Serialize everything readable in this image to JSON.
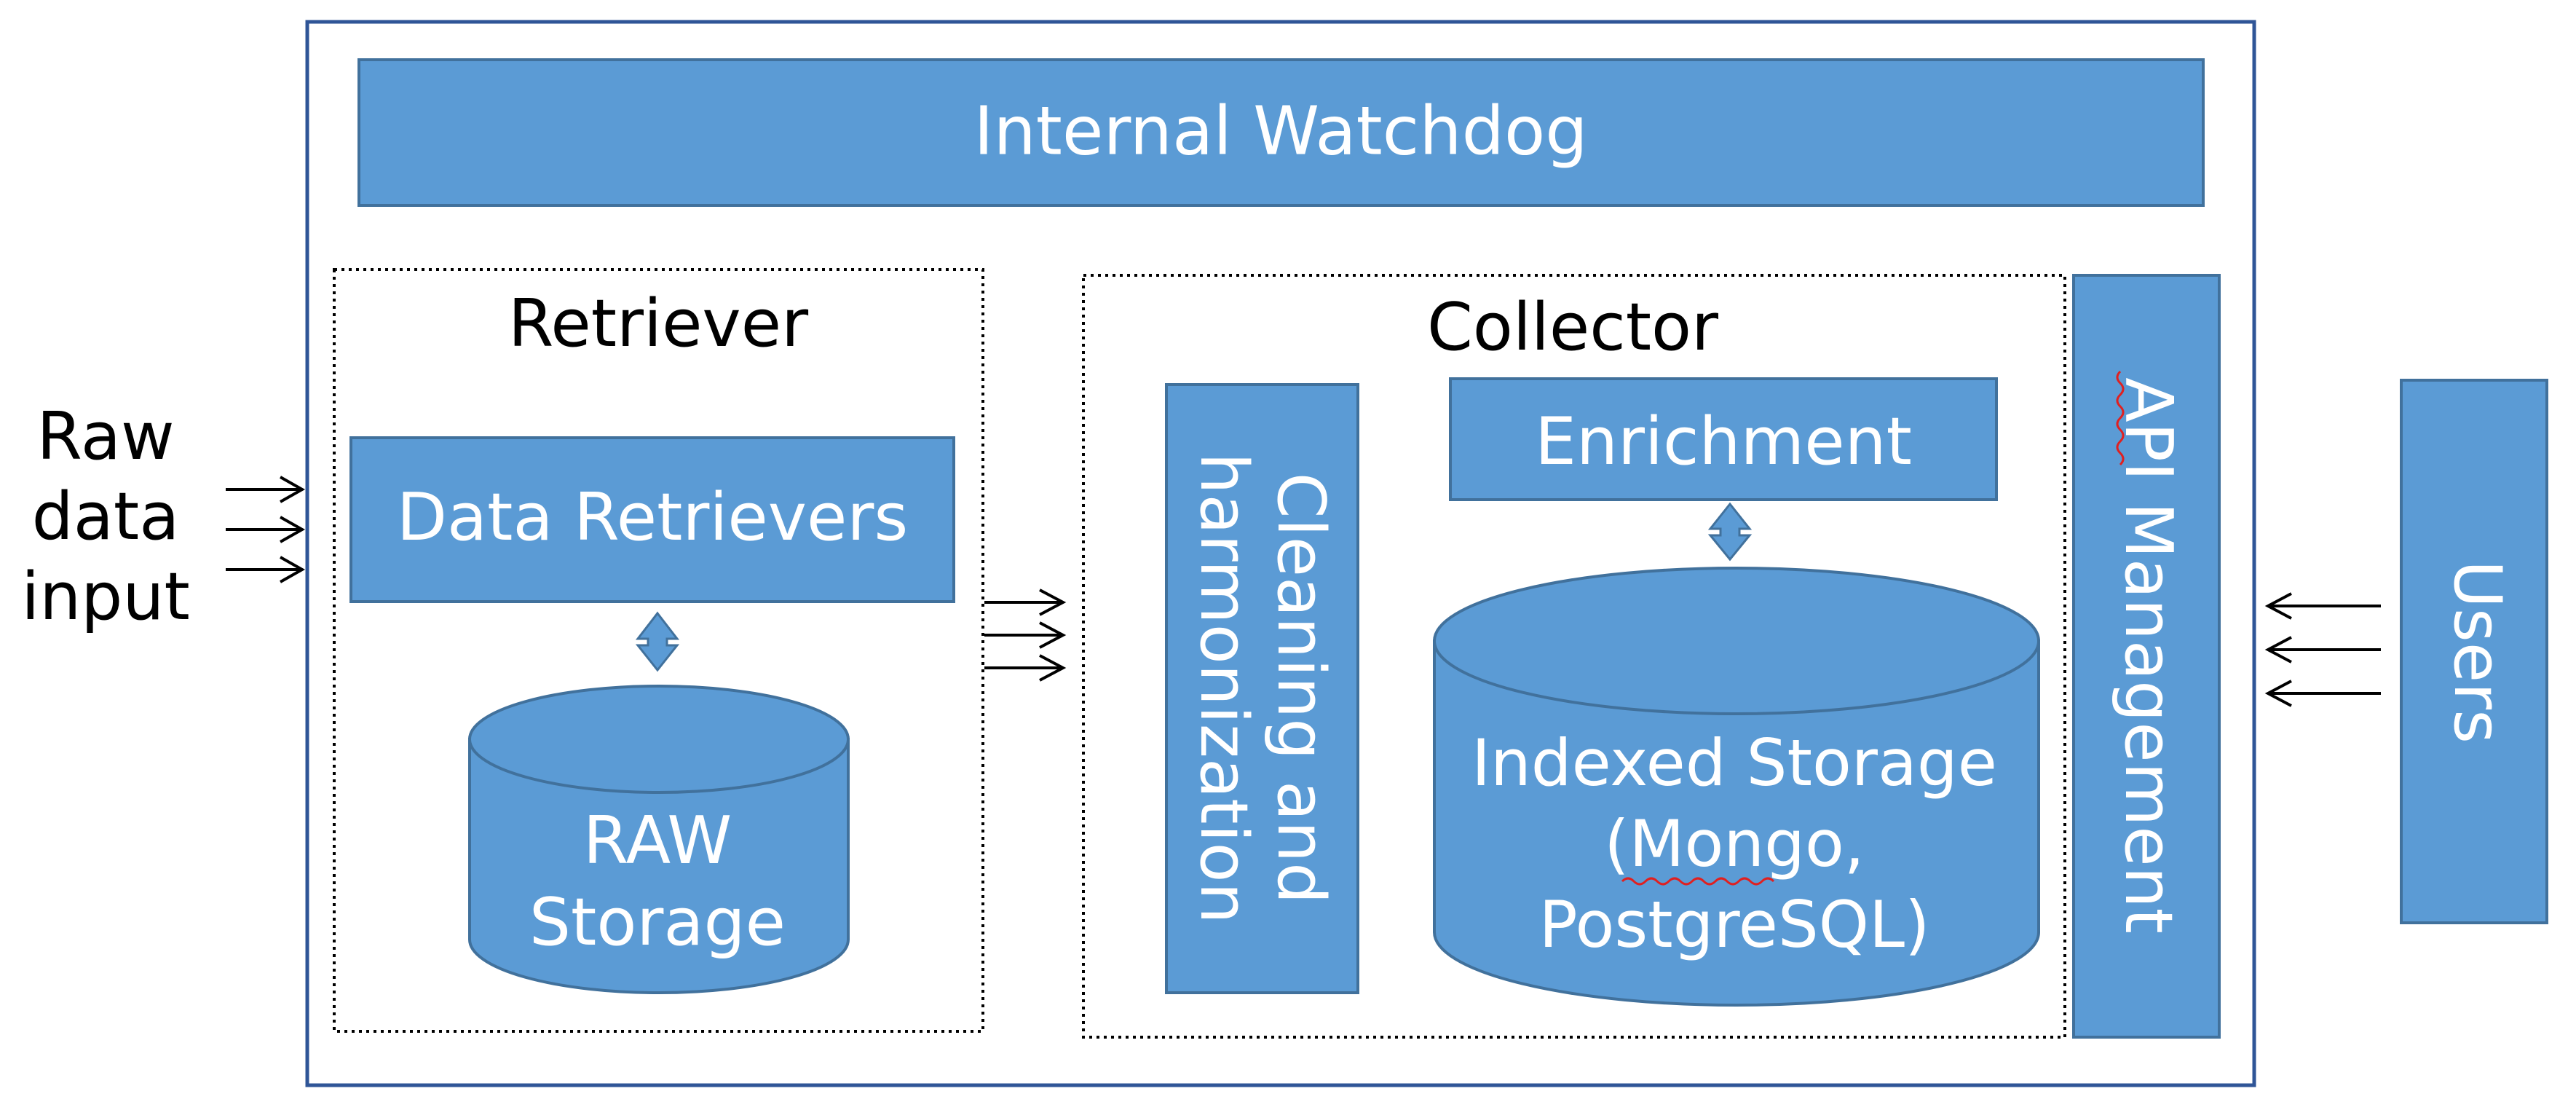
{
  "colors": {
    "box_fill": "#5b9bd5",
    "box_stroke": "#41719c",
    "frame_stroke": "#2f5597",
    "box_text": "#ffffff",
    "label_text": "#000000",
    "squiggle": "#e02020"
  },
  "input_label": [
    "Raw",
    "data",
    "input"
  ],
  "watchdog": {
    "label": "Internal Watchdog"
  },
  "retriever": {
    "title": "Retriever",
    "data_retrievers": "Data Retrievers",
    "raw_storage": [
      "RAW",
      "Storage"
    ]
  },
  "collector": {
    "title": "Collector",
    "cleaning": [
      "Cleaning and",
      "harmonization"
    ],
    "enrichment": "Enrichment",
    "indexed_storage": [
      "Indexed Storage",
      "(Mongo,",
      "PostgreSQL)"
    ]
  },
  "api": {
    "label": "API Management"
  },
  "users": {
    "label": "Users"
  }
}
